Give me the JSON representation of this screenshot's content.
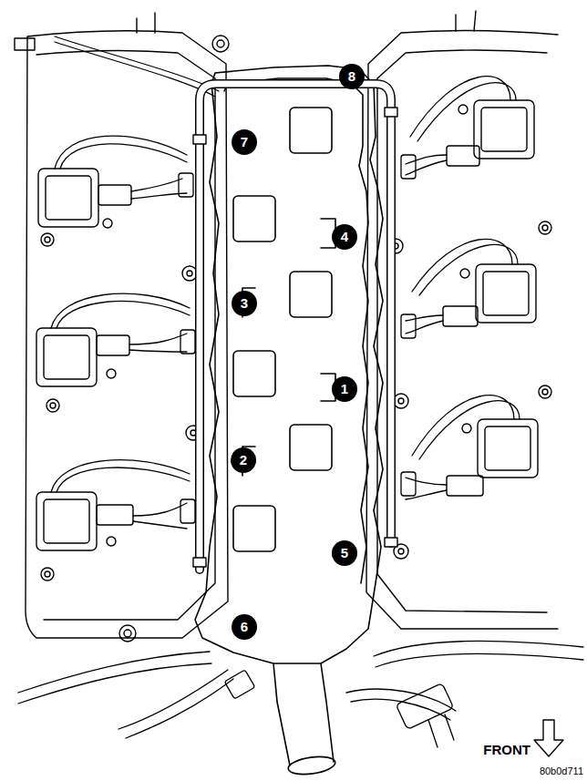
{
  "diagram": {
    "labels": [
      "8",
      "7",
      "4",
      "3",
      "1",
      "2",
      "5",
      "6",
      "FRONT",
      "80b0d711"
    ]
  }
}
